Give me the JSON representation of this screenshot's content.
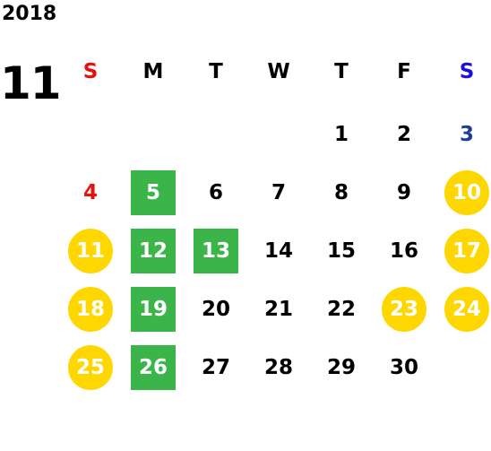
{
  "calendar": {
    "year": "2018",
    "month": "11",
    "weekdays": [
      {
        "label": "S",
        "color": "#e8120c"
      },
      {
        "label": "M",
        "color": "#000000"
      },
      {
        "label": "T",
        "color": "#000000"
      },
      {
        "label": "W",
        "color": "#000000"
      },
      {
        "label": "T",
        "color": "#000000"
      },
      {
        "label": "F",
        "color": "#000000"
      },
      {
        "label": "S",
        "color": "#1a10e0"
      }
    ],
    "colors": {
      "sunday_text": "#e8120c",
      "saturday_text": "#1f3f95",
      "default_text": "#000000",
      "holiday_circle": "#fed701",
      "marked_square": "#3bb44a"
    },
    "weeks": [
      [
        {
          "day": ""
        },
        {
          "day": ""
        },
        {
          "day": ""
        },
        {
          "day": ""
        },
        {
          "day": "1",
          "style": "normal"
        },
        {
          "day": "2",
          "style": "normal"
        },
        {
          "day": "3",
          "style": "saturday"
        }
      ],
      [
        {
          "day": "4",
          "style": "sunday"
        },
        {
          "day": "5",
          "style": "marked"
        },
        {
          "day": "6",
          "style": "normal"
        },
        {
          "day": "7",
          "style": "normal"
        },
        {
          "day": "8",
          "style": "normal"
        },
        {
          "day": "9",
          "style": "normal"
        },
        {
          "day": "10",
          "style": "holiday"
        }
      ],
      [
        {
          "day": "11",
          "style": "holiday"
        },
        {
          "day": "12",
          "style": "marked"
        },
        {
          "day": "13",
          "style": "marked"
        },
        {
          "day": "14",
          "style": "normal"
        },
        {
          "day": "15",
          "style": "normal"
        },
        {
          "day": "16",
          "style": "normal"
        },
        {
          "day": "17",
          "style": "holiday"
        }
      ],
      [
        {
          "day": "18",
          "style": "holiday"
        },
        {
          "day": "19",
          "style": "marked"
        },
        {
          "day": "20",
          "style": "normal"
        },
        {
          "day": "21",
          "style": "normal"
        },
        {
          "day": "22",
          "style": "normal"
        },
        {
          "day": "23",
          "style": "holiday"
        },
        {
          "day": "24",
          "style": "holiday"
        }
      ],
      [
        {
          "day": "25",
          "style": "holiday"
        },
        {
          "day": "26",
          "style": "marked"
        },
        {
          "day": "27",
          "style": "normal"
        },
        {
          "day": "28",
          "style": "normal"
        },
        {
          "day": "29",
          "style": "normal"
        },
        {
          "day": "30",
          "style": "normal"
        },
        {
          "day": ""
        }
      ]
    ]
  }
}
